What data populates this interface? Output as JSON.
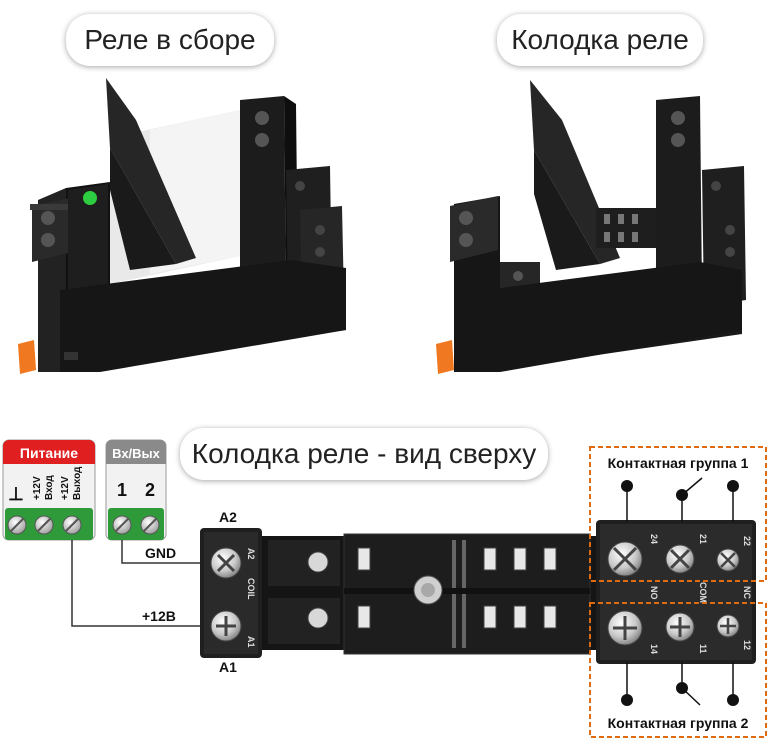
{
  "titles": {
    "assembled": "Реле в сборе",
    "socket": "Колодка реле",
    "top_view": "Колодка реле - вид сверху"
  },
  "power_block": {
    "title": "Питание",
    "terminals": [
      "⊥",
      "+12V Вход",
      "+12V Выход"
    ],
    "gnd_symbol": "⊥",
    "t2_line1": "+12V",
    "t2_line2": "Вход",
    "t3_line1": "+12V",
    "t3_line2": "Выход"
  },
  "io_block": {
    "title": "Вх/Вых",
    "t1": "1",
    "t2": "2"
  },
  "wires": {
    "gnd": "GND",
    "plus12": "+12В"
  },
  "coil": {
    "a2_label": "A2",
    "a1_label": "A1",
    "a2_small": "A2",
    "a1_small": "A1",
    "coil_label": "COIL"
  },
  "contacts": {
    "group1": "Контактная группа 1",
    "group2": "Контактная группа 2",
    "t24": "24",
    "t21": "21",
    "t22": "22",
    "t14": "14",
    "t11": "11",
    "t12": "12",
    "no_top": "NO",
    "com_top": "COM",
    "nc_top": "NC"
  },
  "colors": {
    "power_header": "#e02020",
    "io_header": "#8a8a8a",
    "terminal_green": "#2e9a3a",
    "group_border": "#e06a10",
    "led": "#2ecc40",
    "latch": "#f07820"
  }
}
